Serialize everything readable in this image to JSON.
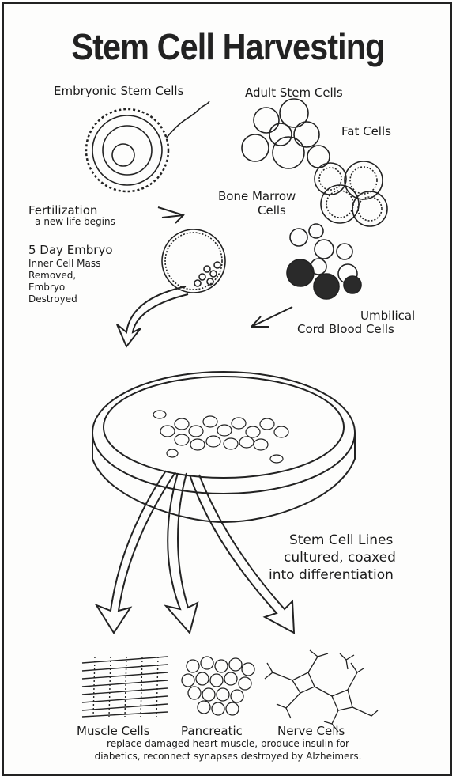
{
  "title": "Stem Cell Harvesting",
  "labels": {
    "embryonic": "Embryonic Stem Cells",
    "adult": "Adult Stem Cells",
    "fat": "Fat Cells",
    "fertilization": "Fertilization",
    "fertilization_sub": "- a new life begins",
    "bone_marrow_1": "Bone Marrow",
    "bone_marrow_2": "Cells",
    "embryo_title": "5 Day Embryo",
    "embryo_1": "Inner Cell Mass",
    "embryo_2": "Removed,",
    "embryo_3": "Embryo",
    "embryo_4": "Destroyed",
    "umbilical_1": "Umbilical",
    "umbilical_2": "Cord Blood Cells",
    "lines_1": "Stem Cell Lines",
    "lines_2": "cultured, coaxed",
    "lines_3": "into differentiation",
    "muscle": "Muscle Cells",
    "pancreatic": "Pancreatic",
    "nerve": "Nerve Cells",
    "caption_1": "replace damaged heart muscle, produce insulin for",
    "caption_2": "diabetics, reconnect synapses destroyed by Alzheimers."
  }
}
